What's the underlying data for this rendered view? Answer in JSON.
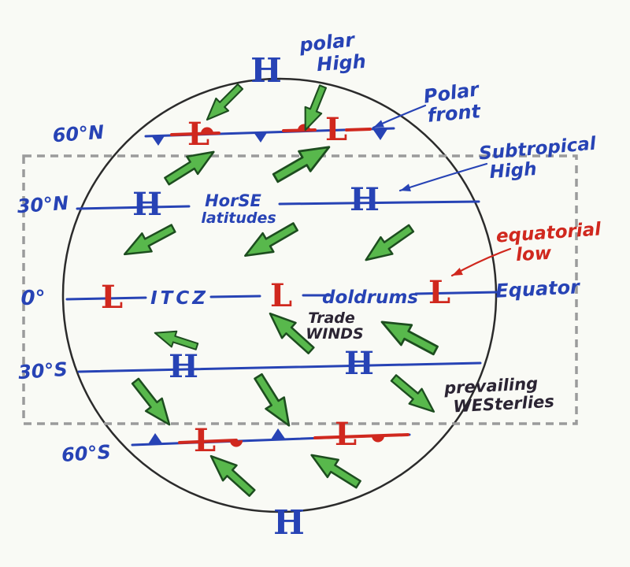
{
  "colors": {
    "blue": "#2743b5",
    "red": "#d0281e",
    "green_arrow": "#58b84c",
    "green_outline": "#1d4d1f",
    "globe_outline": "#2b2b2b",
    "dashed_box": "#9b9b9b",
    "paper": "#f9faf5"
  },
  "latitudes": {
    "n60": "60°N",
    "n30": "30°N",
    "eq": "0°",
    "s30": "30°S",
    "s60": "60°S",
    "equator_right": "Equator"
  },
  "labels": {
    "polar_high_1": "polar",
    "polar_high_2": "High",
    "polar_front_1": "Polar",
    "polar_front_2": "front",
    "subtropical_1": "Subtropical",
    "subtropical_2": "High",
    "equatorial_1": "equatorial",
    "equatorial_2": "low",
    "horse_1": "HorSE",
    "horse_2": "latitudes",
    "itcz": "ITCZ",
    "doldrums": "doldrums",
    "trade_1": "Trade",
    "trade_2": "WINDS",
    "prevailing_1": "prevailing",
    "prevailing_2": "WESterlies"
  },
  "symbols": {
    "high": "H",
    "low": "L"
  }
}
